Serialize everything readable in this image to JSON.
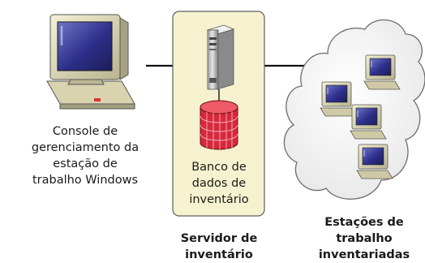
{
  "labels": {
    "console": "Console de\ngerenciamento da\nestação de\ntrabalho Windows",
    "server": "Servidor de\ninventário",
    "database": "Banco de\ndados de\ninventário",
    "clients": "Estações de\ntrabalho\ninventariadas"
  },
  "colors": {
    "server_panel_fill": "#f6f2cf",
    "server_panel_stroke": "#5d5d5d",
    "database_fill": "#d8283b",
    "monitor_body": "#e8e4c4",
    "monitor_screen": "#2f2f8e",
    "cloud_fill": "#f2f2f2",
    "connector": "#111111"
  }
}
